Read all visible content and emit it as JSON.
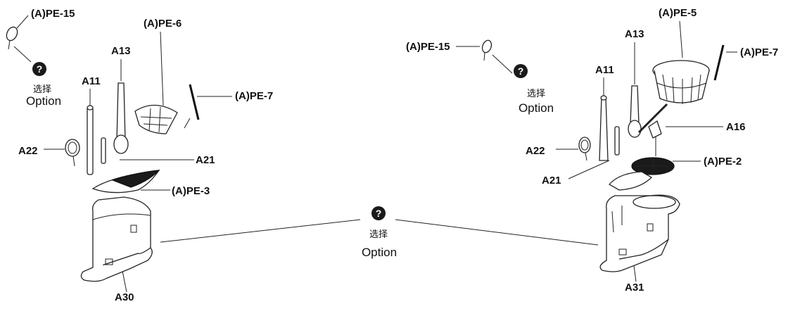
{
  "left_assembly": {
    "labels": {
      "pe15": "(A)PE-15",
      "pe6": "(A)PE-6",
      "a13": "A13",
      "a11": "A11",
      "pe7": "(A)PE-7",
      "a22": "A22",
      "a21": "A21",
      "pe3": "(A)PE-3",
      "a30": "A30"
    },
    "option": {
      "mark": "?",
      "cn": "选择",
      "en": "Option"
    }
  },
  "center_option": {
    "mark": "?",
    "cn": "选择",
    "en": "Option"
  },
  "right_assembly": {
    "labels": {
      "pe15": "(A)PE-15",
      "pe5": "(A)PE-5",
      "a13": "A13",
      "pe7": "(A)PE-7",
      "a11": "A11",
      "a16": "A16",
      "a22": "A22",
      "pe2": "(A)PE-2",
      "a21": "A21",
      "a31": "A31"
    },
    "option": {
      "mark": "?",
      "cn": "选择",
      "en": "Option"
    }
  }
}
